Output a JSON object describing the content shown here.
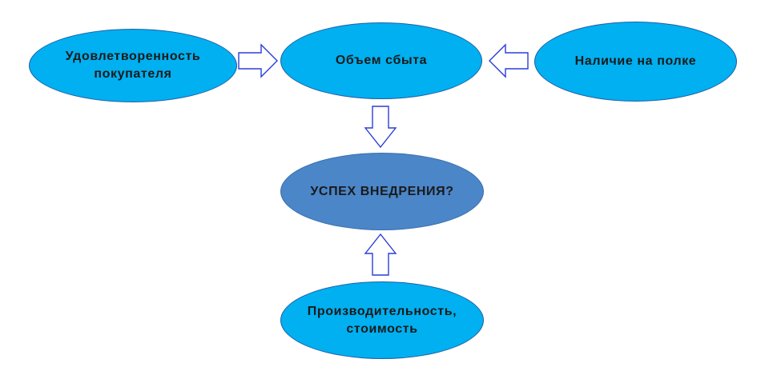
{
  "colors": {
    "node_fill": "#00b0f0",
    "central_fill": "#4a86c8",
    "arrow_stroke": "#2a3fd6",
    "text": "#1a1a1a"
  },
  "nodes": {
    "satisfaction": "Удовлетворенность\nпокупателя",
    "sales": "Объем сбыта",
    "shelf": "Наличие на полке",
    "success": "УСПЕХ ВНЕДРЕНИЯ?",
    "productivity": "Производительность,\nстоимость"
  },
  "arrows": [
    {
      "from": "satisfaction",
      "to": "sales",
      "direction": "right"
    },
    {
      "from": "shelf",
      "to": "sales",
      "direction": "left"
    },
    {
      "from": "sales",
      "to": "success",
      "direction": "down"
    },
    {
      "from": "productivity",
      "to": "success",
      "direction": "up"
    }
  ]
}
